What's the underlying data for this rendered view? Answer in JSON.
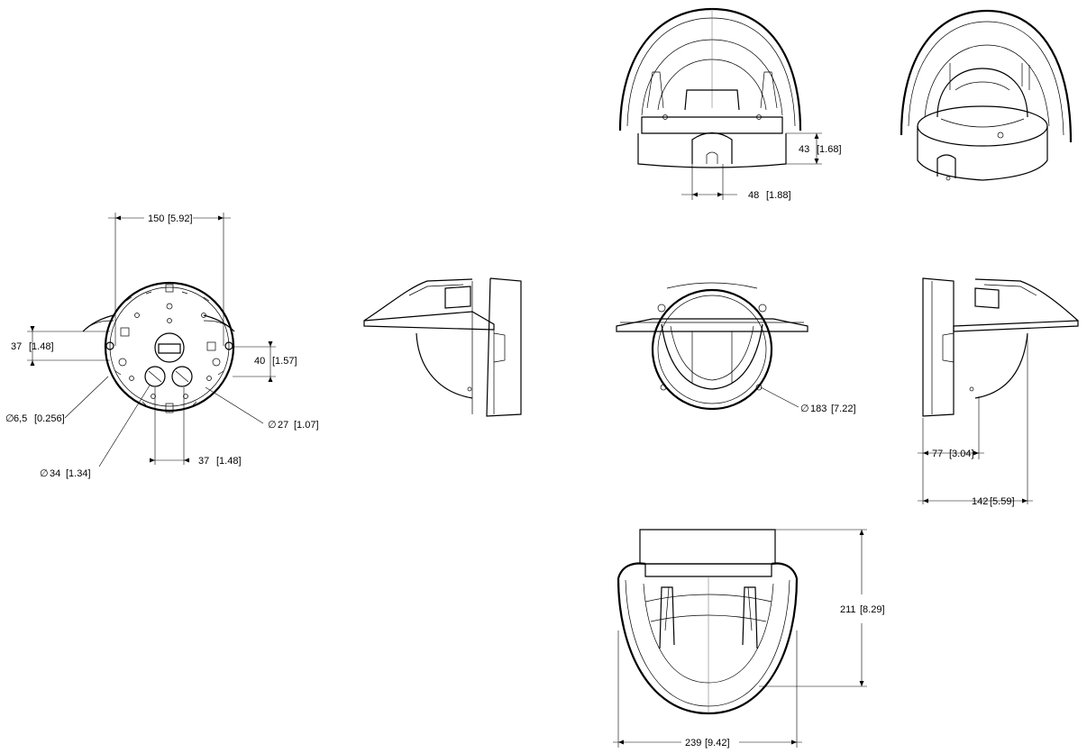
{
  "diameter_symbol": "∅",
  "dimensions": {
    "top_depth": "43",
    "top_depth_in": "[1.68]",
    "top_slot": "48",
    "top_slot_in": "[1.88]",
    "base_width": "150",
    "base_width_in": "[5.92]",
    "base_hole_vert": "37",
    "base_hole_vert_in": "[1.48]",
    "base_knock_vert": "40",
    "base_knock_vert_in": "[1.57]",
    "base_hole_horiz": "37",
    "base_hole_horiz_in": "[1.48]",
    "screw_hole": "6,5",
    "screw_hole_in": "[0.256]",
    "knockout_small": "27",
    "knockout_small_in": "[1.07]",
    "knockout_large": "34",
    "knockout_large_in": "[1.34]",
    "dome_diameter": "183",
    "dome_diameter_in": "[7.22]",
    "side_depth": "77",
    "side_depth_in": "[3.04]",
    "side_total": "142",
    "side_total_in": "[5.59]",
    "front_height": "211",
    "front_height_in": "[8.29]",
    "front_width": "239",
    "front_width_in": "[9.42]"
  }
}
